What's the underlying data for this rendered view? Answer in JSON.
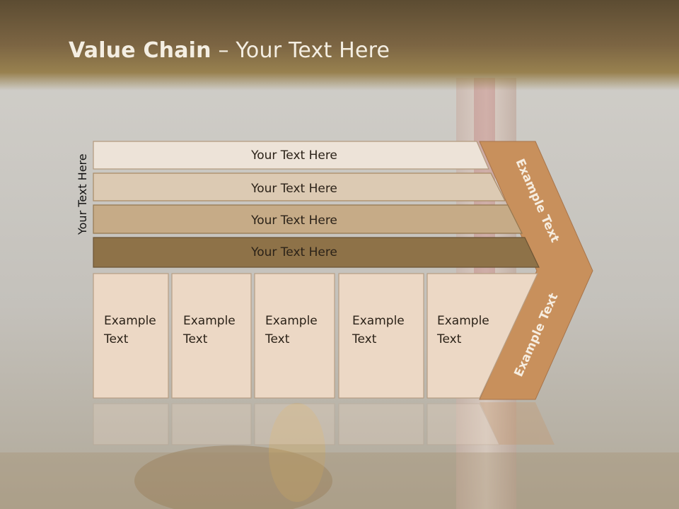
{
  "title": {
    "bold": "Value Chain",
    "rest": " – Your Text Here"
  },
  "vertical_label": "Your Text Here",
  "bands": [
    {
      "label": "Your Text Here",
      "color": "#ede3d8"
    },
    {
      "label": "Your Text Here",
      "color": "#dccab3"
    },
    {
      "label": "Your Text Here",
      "color": "#c6ab87"
    },
    {
      "label": "Your Text Here",
      "color": "#8e7248"
    }
  ],
  "boxes": [
    {
      "line1": "Example",
      "line2": "Text"
    },
    {
      "line1": "Example",
      "line2": "Text"
    },
    {
      "line1": "Example",
      "line2": "Text"
    },
    {
      "line1": "Example",
      "line2": "Text"
    },
    {
      "line1": "Example",
      "line2": "Text"
    }
  ],
  "arrow": {
    "upper_label": "Example Text",
    "lower_label": "Example Text",
    "color": "#c8905c"
  },
  "colors": {
    "box_fill": "#ecd8c5",
    "box_stroke": "#b79e84"
  }
}
